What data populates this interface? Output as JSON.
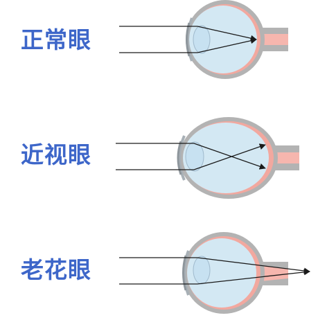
{
  "colors": {
    "label": "#3d66c9",
    "sclera": "#b3b3b3",
    "eyeball": "#d3e8f3",
    "retina": "#f2a89f",
    "optic_nerve": "#f6b6ae",
    "lens": "#c7e1f1",
    "ray": "#1a1a1a"
  },
  "icons": [
    "eye-cross-section-icon",
    "light-ray-arrow-icon"
  ],
  "eyes": [
    {
      "id": "normal",
      "label": "正常眼"
    },
    {
      "id": "myopia",
      "label": "近视眼"
    },
    {
      "id": "presbyopia",
      "label": "老花眼"
    }
  ]
}
